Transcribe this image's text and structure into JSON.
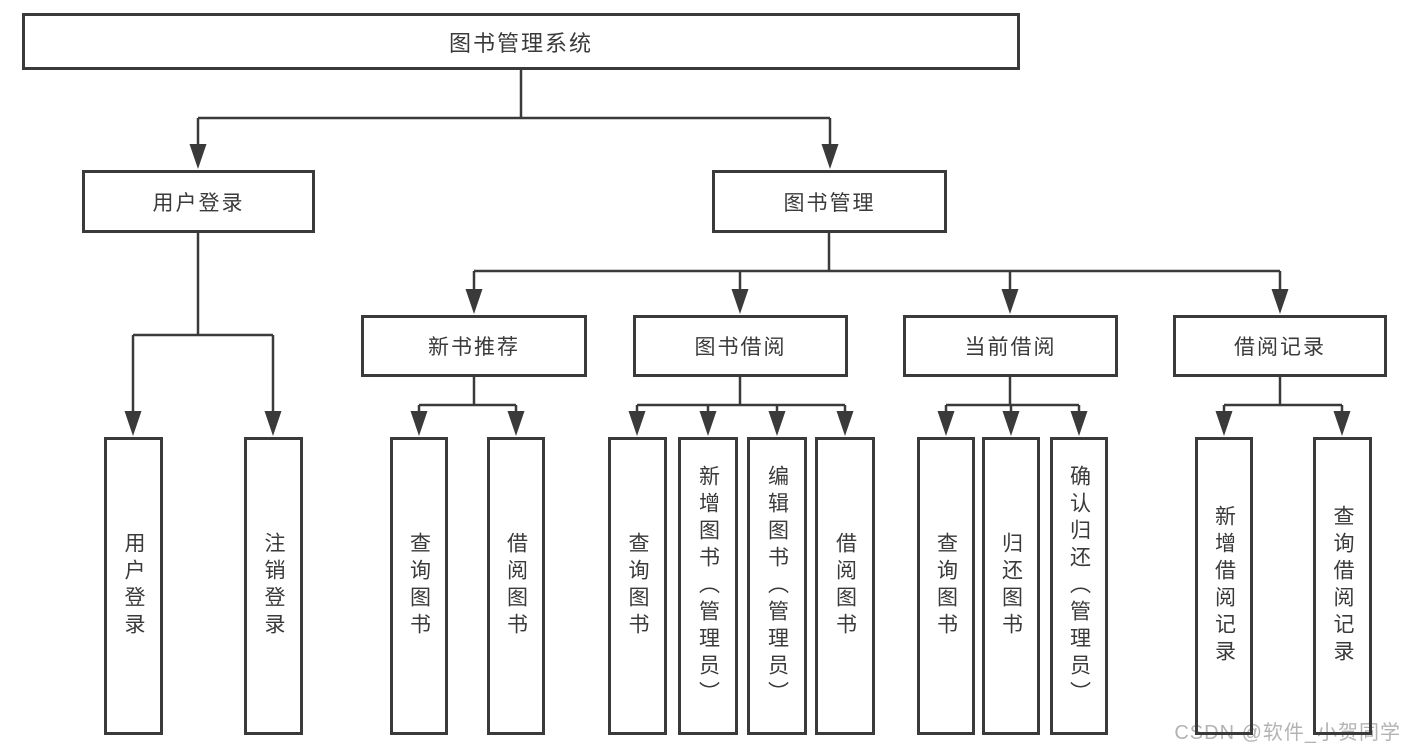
{
  "colors": {
    "line": "#3a3a3a",
    "text": "#3a3a3a",
    "watermark": "#b3b3b3",
    "background": "#ffffff"
  },
  "watermark": {
    "text": "CSDN @软件_小贺同学"
  },
  "tree": {
    "label": "图书管理系统",
    "children": [
      {
        "label": "用户登录",
        "children": [
          {
            "label": "用户登录"
          },
          {
            "label": "注销登录"
          }
        ]
      },
      {
        "label": "图书管理",
        "children": [
          {
            "label": "新书推荐",
            "children": [
              {
                "label": "查询图书"
              },
              {
                "label": "借阅图书"
              }
            ]
          },
          {
            "label": "图书借阅",
            "children": [
              {
                "label": "查询图书"
              },
              {
                "label": "新增图书（管理员）"
              },
              {
                "label": "编辑图书（管理员）"
              },
              {
                "label": "借阅图书"
              }
            ]
          },
          {
            "label": "当前借阅",
            "children": [
              {
                "label": "查询图书"
              },
              {
                "label": "归还图书"
              },
              {
                "label": "确认归还（管理员）"
              }
            ]
          },
          {
            "label": "借阅记录",
            "children": [
              {
                "label": "新增借阅记录"
              },
              {
                "label": "查询借阅记录"
              }
            ]
          }
        ]
      }
    ]
  }
}
